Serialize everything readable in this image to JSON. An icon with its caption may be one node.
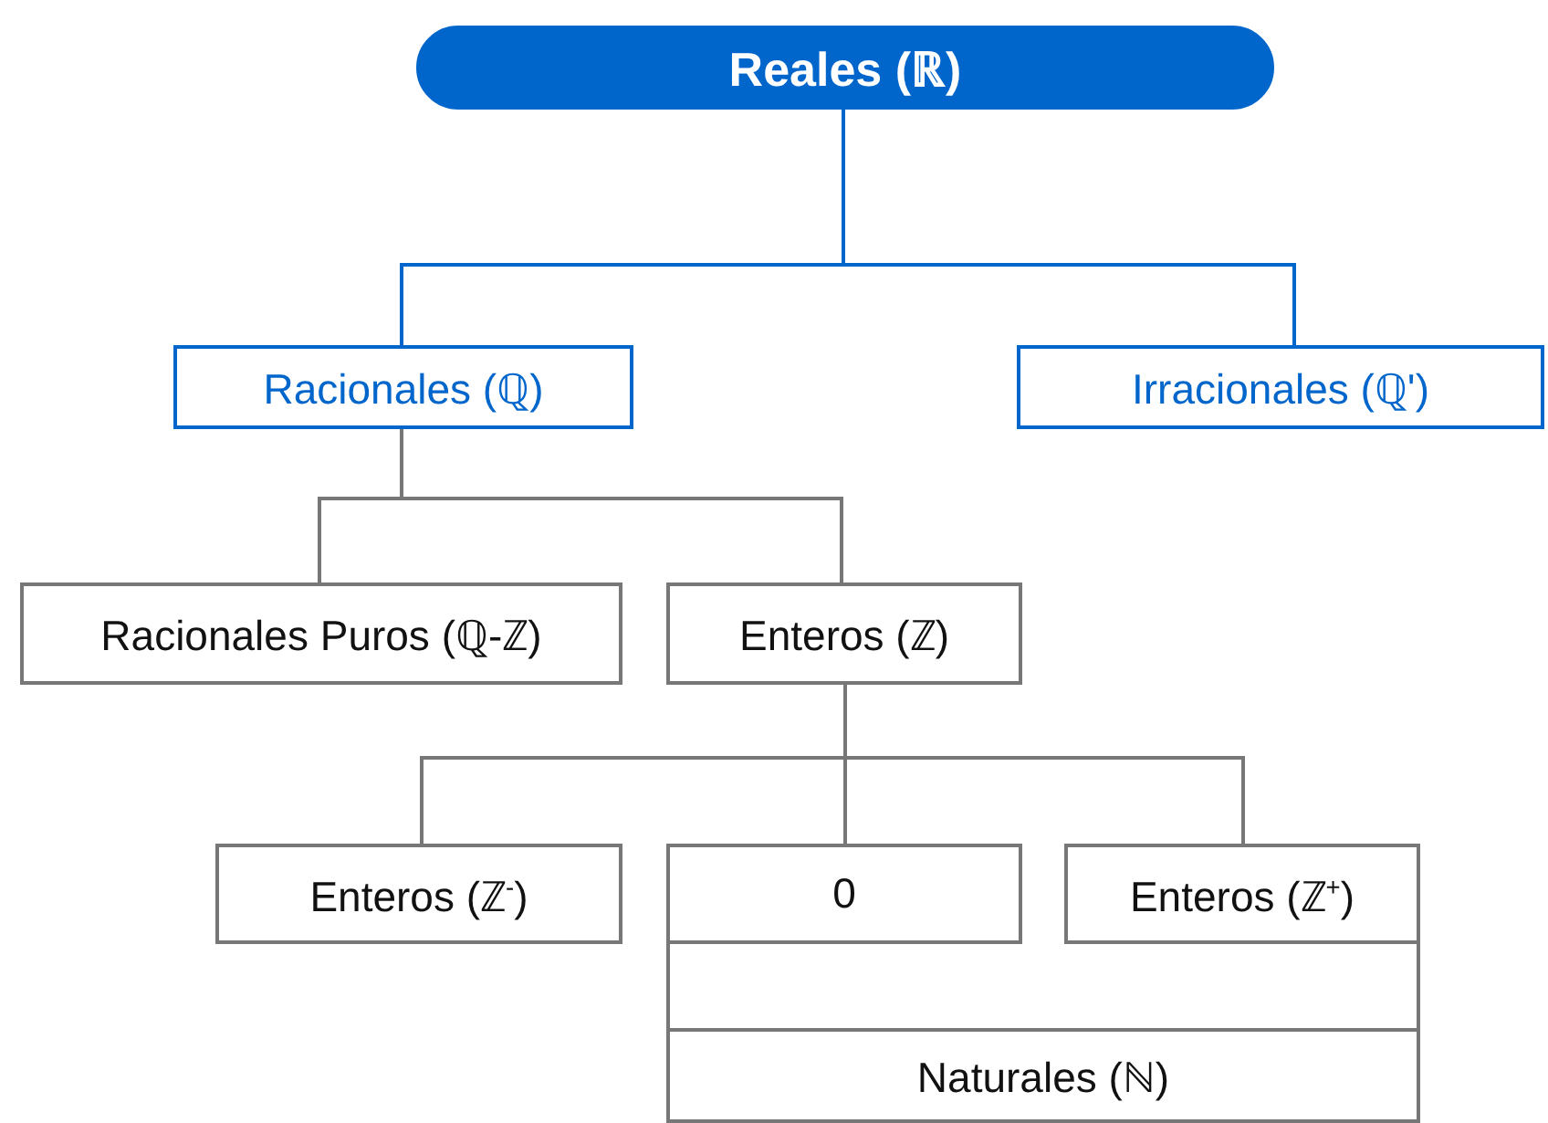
{
  "diagram": {
    "nodes": [
      {
        "text": [
          "Reales (ℝ)"
        ]
      },
      {
        "text": [
          "Racionales (ℚ)"
        ]
      },
      {
        "text": [
          "Irracionales (ℚ')"
        ]
      },
      {
        "text": [
          "Racionales Puros (ℚ-ℤ)"
        ]
      },
      {
        "text": [
          "Enteros (ℤ)"
        ]
      },
      {
        "text": [
          "Enteros (ℤ$^{-}$)"
        ]
      },
      {
        "text": [
          "0"
        ]
      },
      {
        "text": [
          "Enteros (ℤ$^{+}$)"
        ]
      },
      {
        "text": [
          "Naturales (ℕ)"
        ]
      }
    ],
    "edges": [
      {
        "from": 0,
        "to": 1,
        "arrow": "none",
        "color": "#0066cc"
      },
      {
        "from": 0,
        "to": 2,
        "arrow": "none",
        "color": "#0066cc"
      },
      {
        "from": 1,
        "to": 3,
        "arrow": "none"
      },
      {
        "from": 1,
        "to": 4,
        "arrow": "none"
      },
      {
        "from": 4,
        "to": 5,
        "arrow": "none"
      },
      {
        "from": 4,
        "to": 6,
        "arrow": "none"
      },
      {
        "from": 4,
        "to": 7,
        "arrow": "none"
      },
      {
        "from": 6,
        "to": 8,
        "arrow": "none"
      },
      {
        "from": 7,
        "to": 8,
        "arrow": "none"
      }
    ]
  }
}
